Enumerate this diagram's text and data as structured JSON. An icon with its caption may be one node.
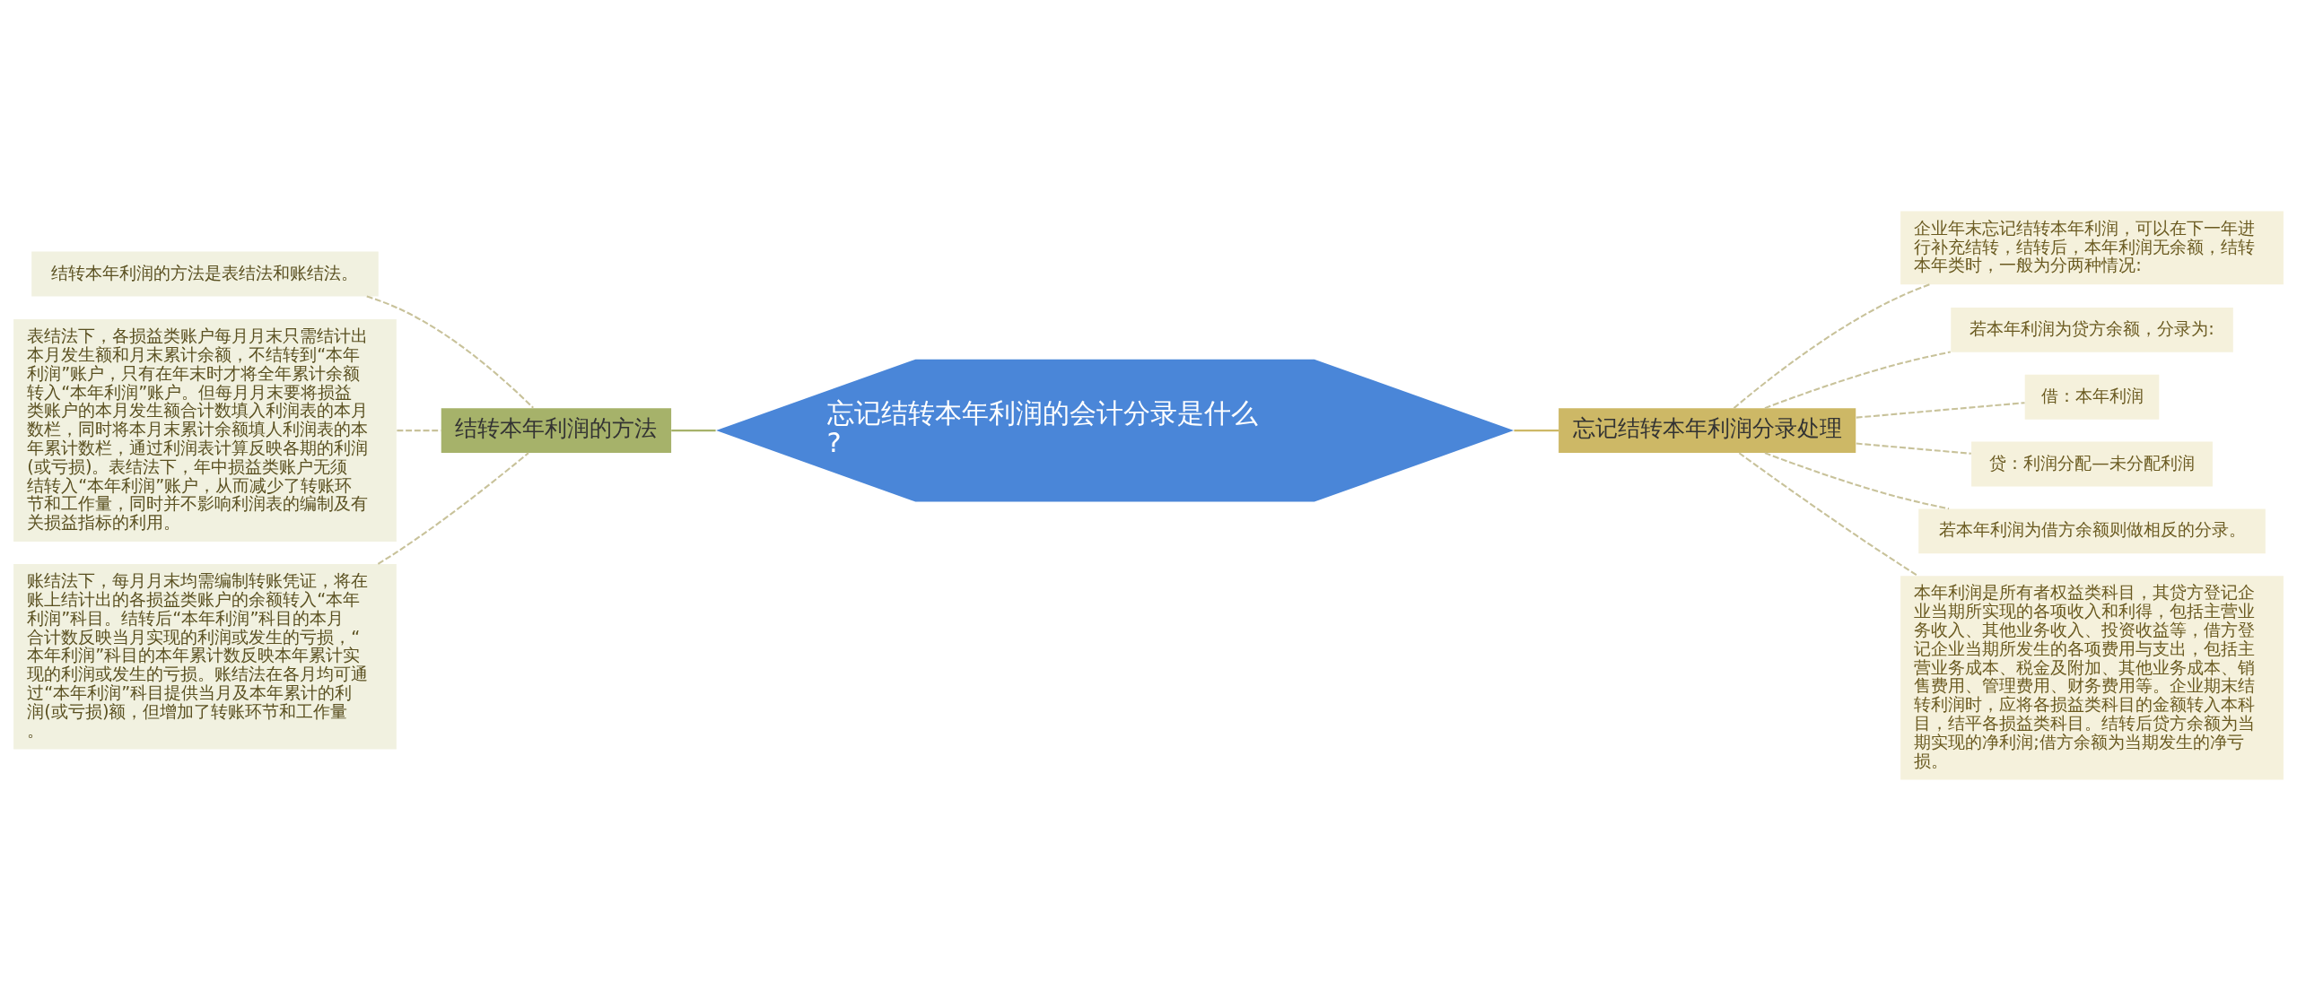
{
  "diagram": {
    "nodes": [
      {
        "text": [
          "忘记结转本年利润的会计分录是什么?"
        ]
      },
      {
        "text": [
          "结转本年利润的方法"
        ]
      },
      {
        "text": [
          "结转本年利润的方法是表结法和账结法。"
        ]
      },
      {
        "text": [
          "表结法下，各损益类账户每月月末只需结计出本月发生额和月末累计余额，不结转到“本年利润”账户，只有在年末时才将全年累计余额转入“本年利润”账户。但每月月末要将损益类账户的本月发生额合计数填入利润表的本月数栏，同时将本月末累计余额填人利润表的本年累计数栏，通过利润表计算反映各期的利润(或亏损)。表结法下，年中损益类账户无须结转入“本年利润”账户，从而减少了转账环节和工作量，同时并不影响利润表的编制及有关损益指标的利用。"
        ]
      },
      {
        "text": [
          "账结法下，每月月末均需编制转账凭证，将在账上结计出的各损益类账户的余额转入“本年利润”科目。结转后“本年利润”科目的本月合计数反映当月实现的利润或发生的亏损，“本年利润”科目的本年累计数反映本年累计实现的利润或发生的亏损。账结法在各月均可通过“本年利润”科目提供当月及本年累计的利润(或亏损)额，但增加了转账环节和工作量。"
        ]
      },
      {
        "text": [
          "忘记结转本年利润分录处理"
        ]
      },
      {
        "text": [
          "企业年末忘记结转本年利润，可以在下一年进行补充结转，结转后，本年利润无余额，结转本年类时，一般为分两种情况:"
        ]
      },
      {
        "text": [
          "若本年利润为贷方余额，分录为:"
        ]
      },
      {
        "text": [
          "借：本年利润"
        ]
      },
      {
        "text": [
          "贷：利润分配—未分配利润"
        ]
      },
      {
        "text": [
          "若本年利润为借方余额则做相反的分录。"
        ]
      },
      {
        "text": [
          "本年利润是所有者权益类科目，其贷方登记企业当期所实现的各项收入和利得，包括主营业务收入、其他业务收入、投资收益等，借方登记企业当期所发生的各项费用与支出，包括主营业务成本、税金及附加、其他业务成本、销售费用、管理费用、财务费用等。企业期末结转利润时，应将各损益类科目的金额转入本科目，结平各损益类科目。结转后贷方余额为当期实现的净利润;借方余额为当期发生的净亏损。"
        ]
      }
    ],
    "edges": [
      {
        "from": 0,
        "to": 1,
        "arrow": "none",
        "color": "#a6b26a"
      },
      {
        "from": 1,
        "to": 2,
        "arrow": "none",
        "style": "dashed"
      },
      {
        "from": 1,
        "to": 3,
        "arrow": "none",
        "style": "dashed"
      },
      {
        "from": 1,
        "to": 4,
        "arrow": "none",
        "style": "dashed"
      },
      {
        "from": 0,
        "to": 5,
        "arrow": "none",
        "color": "#cdb866"
      },
      {
        "from": 5,
        "to": 6,
        "arrow": "none",
        "style": "dashed"
      },
      {
        "from": 5,
        "to": 7,
        "arrow": "none",
        "style": "dashed"
      },
      {
        "from": 5,
        "to": 8,
        "arrow": "none",
        "style": "dashed"
      },
      {
        "from": 5,
        "to": 9,
        "arrow": "none",
        "style": "dashed"
      },
      {
        "from": 5,
        "to": 10,
        "arrow": "none",
        "style": "dashed"
      },
      {
        "from": 5,
        "to": 11,
        "arrow": "none",
        "style": "dashed"
      }
    ]
  }
}
